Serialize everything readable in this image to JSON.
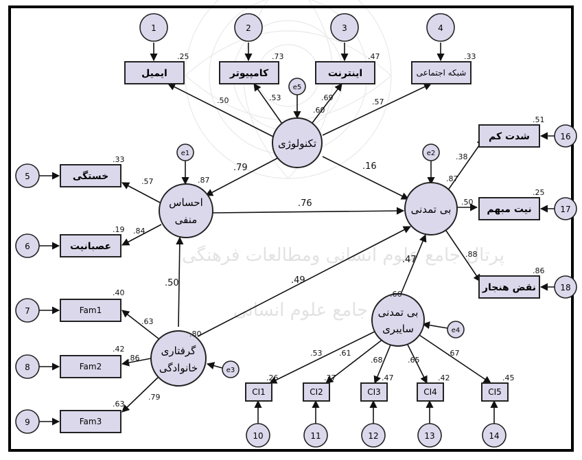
{
  "latents": {
    "tech": "تکنولوژی",
    "neg_line1": "احساس",
    "neg_line2": "منفی",
    "incivility": "بی تمدنی",
    "family_line1": "گرفتاری",
    "family_line2": "خانوادگی",
    "cyber_line1": "بی تمدنی",
    "cyber_line2": "سایبری"
  },
  "observed": {
    "email": "ایمیل",
    "computer": "کامپیوتر",
    "internet": "اینترنت",
    "social": "شبکه اجتماعی",
    "fatigue": "خستگی",
    "anger": "عصبانیت",
    "fam1": "Fam1",
    "fam2": "Fam2",
    "fam3": "Fam3",
    "intensity": "شدت کم",
    "intent": "نیت مبهم",
    "norm": "نقض هنجار",
    "ci1": "CI1",
    "ci2": "CI2",
    "ci3": "CI3",
    "ci4": "CI4",
    "ci5": "CI5"
  },
  "errors": {
    "e_1": "1",
    "e_2": "2",
    "e_3": "3",
    "e_4": "4",
    "e_5": "5",
    "e_6": "6",
    "e_7": "7",
    "e_8": "8",
    "e_9": "9",
    "e_10": "10",
    "e_11": "11",
    "e_12": "12",
    "e_13": "13",
    "e_14": "14",
    "e_16": "16",
    "e_17": "17",
    "e_18": "18",
    "d_e1": "e1",
    "d_e2": "e2",
    "d_e3": "e3",
    "d_e4": "e4",
    "d_e5": "e5"
  },
  "coefficients": {
    "tech_email": ".50",
    "tech_computer": ".53",
    "tech_internet": ".69",
    "tech_social": ".57",
    "tech_neg": ".79",
    "tech_inc": ".16",
    "neg_inc": ".76",
    "family_neg": ".50",
    "family_inc": ".49",
    "cyber_inc": ".47",
    "inc_intensity": ".38",
    "inc_intent": ".50",
    "inc_norm": ".88",
    "neg_fatigue": ".57",
    "neg_anger": ".84",
    "family_fam1": ".63",
    "family_fam2": ".86",
    "family_fam3": ".79",
    "cyber_ci1": ".53",
    "cyber_ci2": ".61",
    "cyber_ci3": ".68",
    "cyber_ci4": ".65",
    "cyber_ci5": ".67"
  },
  "r2": {
    "email": ".25",
    "computer": ".73",
    "internet": ".47",
    "social": ".33",
    "fatigue": ".33",
    "anger": ".19",
    "neg": ".87",
    "incivility": ".87",
    "intensity": ".51",
    "intent": ".25",
    "norm": ".86",
    "fam1": ".40",
    "fam2": ".42",
    "fam3": ".63",
    "family": ".80",
    "cyber": ".66",
    "ci1": ".26",
    "ci2": ".37",
    "ci3": ".47",
    "ci4": ".42",
    "ci5": ".45",
    "tech": ".60"
  },
  "watermark": {
    "line1": "پرتال جامع علوم انسانی ومطالعات فرهنگی",
    "line2": "پرتال جامع علوم انسانی"
  }
}
